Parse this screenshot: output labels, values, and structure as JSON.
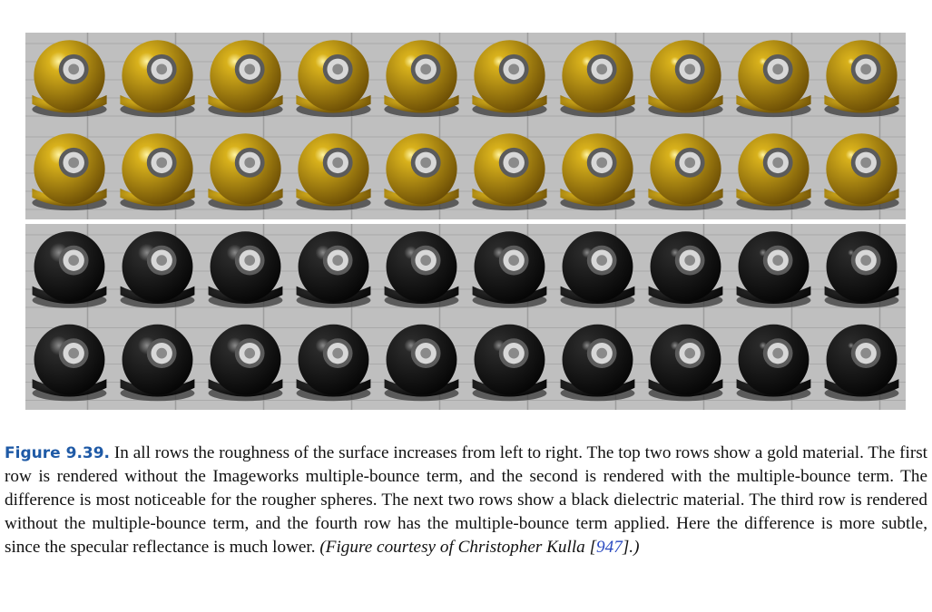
{
  "figure": {
    "label": "Figure 9.39.",
    "text": "In all rows the roughness of the surface increases from left to right. The top two rows show a gold material. The first row is rendered without the Imageworks multiple-bounce term, and the second is rendered with the multiple-bounce term. The difference is most noticeable for the rougher spheres. The next two rows show a black dielectric material. The third row is rendered without the multiple-bounce term, and the fourth row has the multiple-bounce term applied. Here the difference is more subtle, since the specular reflectance is much lower.",
    "credit_open": "(Figure courtesy of Christopher Kulla [",
    "credit_ref": "947",
    "credit_close": "].)"
  },
  "render": {
    "materials": [
      "gold",
      "black"
    ],
    "rows_per_material": 2,
    "spheres_per_row": 10,
    "colors": {
      "background": "#bfbfbf",
      "gold_light": "#fff3a0",
      "gold_mid": "#d9b21c",
      "gold_dark": "#6b4d05",
      "black_light": "#8a8a8a",
      "black_mid": "#2a2a2a",
      "black_dark": "#050505",
      "caption_label": "#1f5aa6",
      "ref_link": "#2848c0"
    }
  }
}
